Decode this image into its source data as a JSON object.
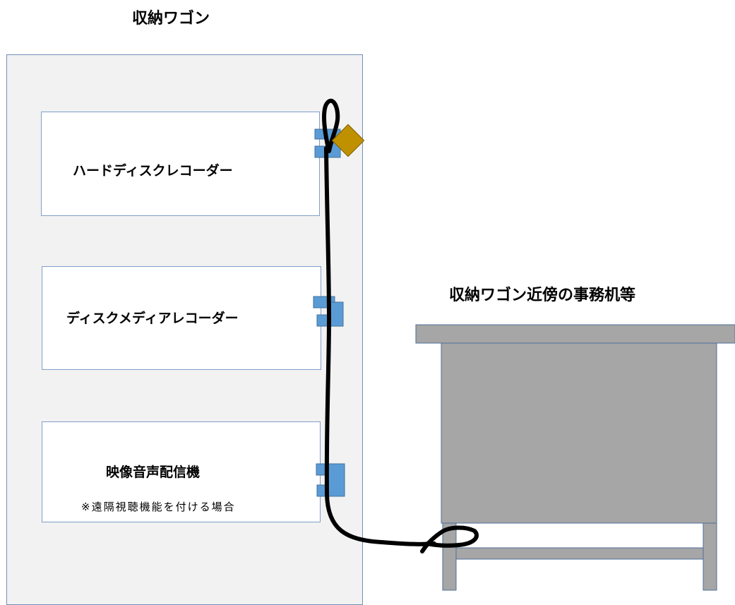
{
  "titles": {
    "wagon": "収納ワゴン",
    "desk": "収納ワゴン近傍の事務机等"
  },
  "devices": [
    {
      "label": "ハードディスクレコーダー"
    },
    {
      "label": "ディスクメディアレコーダー"
    },
    {
      "label": "映像音声配信機",
      "note": "※遠隔視聴機能を付ける場合"
    }
  ],
  "colors": {
    "wagon_fill": "#f2f2f2",
    "desk_fill": "#a6a6a6",
    "bracket_fill": "#5b9bd5",
    "padlock_fill": "#bf9000",
    "cable": "#000000"
  }
}
